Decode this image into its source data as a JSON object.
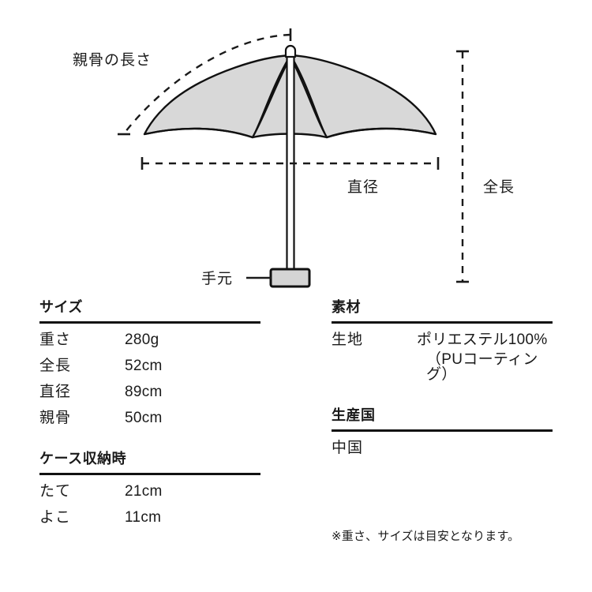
{
  "diagram": {
    "labels": {
      "rib_length": "親骨の長さ",
      "diameter": "直径",
      "total_length": "全長",
      "handle": "手元"
    },
    "colors": {
      "canopy_fill": "#d8d8d8",
      "outline": "#111111",
      "handle_fill": "#d4d4d4"
    }
  },
  "specs": {
    "size": {
      "title": "サイズ",
      "rows": [
        {
          "key": "重さ",
          "value": "280g"
        },
        {
          "key": "全長",
          "value": "52cm"
        },
        {
          "key": "直径",
          "value": "89cm"
        },
        {
          "key": "親骨",
          "value": "50cm"
        }
      ]
    },
    "case": {
      "title": "ケース収納時",
      "rows": [
        {
          "key": "たて",
          "value": "21cm"
        },
        {
          "key": "よこ",
          "value": "11cm"
        }
      ]
    },
    "material": {
      "title": "素材",
      "rows": [
        {
          "key": "生地",
          "value": "ポリエステル100%",
          "value_sub": "（PUコーティング）"
        }
      ]
    },
    "origin": {
      "title": "生産国",
      "rows": [
        {
          "key": "中国",
          "value": ""
        }
      ]
    },
    "footnote": "※重さ、サイズは目安となります。"
  }
}
